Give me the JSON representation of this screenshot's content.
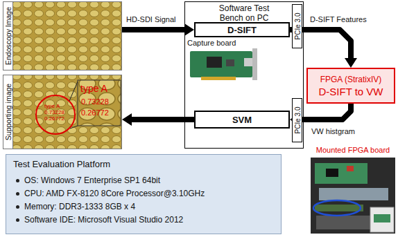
{
  "diagram": {
    "nodes": [
      {
        "text": [
          "Endoscopy Image"
        ]
      },
      {
        "text": [
          "Supporting image"
        ]
      },
      {
        "text": [
          "Software Test Bench on PC"
        ]
      },
      {
        "text": [
          "D-SIFT"
        ],
        "in": 2
      },
      {
        "text": [
          "Capture board"
        ],
        "in": 2
      },
      {
        "text": [
          "PCIe 3.0"
        ],
        "in": 2
      },
      {
        "text": [
          "SVM"
        ],
        "in": 2
      },
      {
        "text": [
          "PCIe 3.0"
        ],
        "in": 2
      },
      {
        "text": [
          "FPGA (StratixIV)",
          "D-SIFT to VW"
        ]
      },
      {
        "text": [
          "Test Evaluation Platform",
          "OS: Windows 7 Enterprise SP1 64bit",
          "CPU: AMD FX-8120 8Core Processor@3.10GHz",
          "Memory: DDR3-1333 8GB x 4",
          "Software IDE: Microsoft Visual Studio 2012"
        ]
      },
      {
        "text": [
          "Mounted FPGA board"
        ]
      }
    ],
    "edges": [
      {
        "from": 0,
        "to": 3,
        "label": "HD-SDI Signal",
        "arrow": "to"
      },
      {
        "from": 3,
        "to": 8,
        "label": "D-SIFT Features",
        "arrow": "to"
      },
      {
        "from": 8,
        "to": 6,
        "label": "VW histgram",
        "arrow": "to"
      },
      {
        "from": 6,
        "to": 1,
        "arrow": "to"
      }
    ],
    "labels": [
      "type A",
      "0.73228",
      "0.26772",
      "type A",
      "0.73228",
      "0.26772"
    ]
  }
}
